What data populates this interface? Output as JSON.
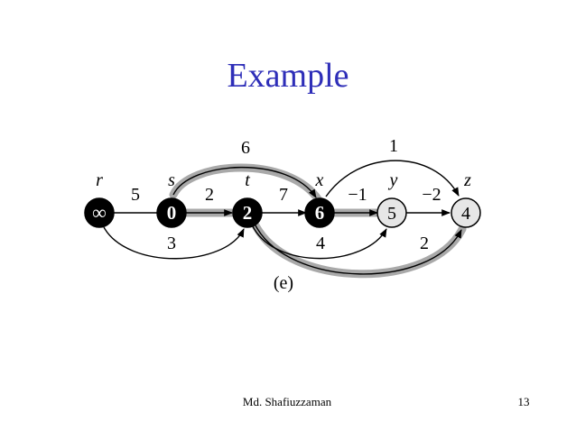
{
  "slide": {
    "title": "Example",
    "footer_author": "Md. Shafiuzzaman",
    "page_number": "13"
  },
  "diagram": {
    "caption": "(e)",
    "colors": {
      "filled_node": "#000000",
      "light_node": "#e6e6e6",
      "shaded_edge": "#a9a9a9",
      "edge": "#000000"
    },
    "vertices": [
      {
        "id": "r",
        "name": "r",
        "distance": "∞",
        "filled": true
      },
      {
        "id": "s",
        "name": "s",
        "distance": "0",
        "filled": true
      },
      {
        "id": "t",
        "name": "t",
        "distance": "2",
        "filled": true
      },
      {
        "id": "x",
        "name": "x",
        "distance": "6",
        "filled": true
      },
      {
        "id": "y",
        "name": "y",
        "distance": "5",
        "filled": false
      },
      {
        "id": "z",
        "name": "z",
        "distance": "4",
        "filled": false
      }
    ],
    "edges": [
      {
        "from": "r",
        "to": "s",
        "weight": "5",
        "shaded": false
      },
      {
        "from": "r",
        "to": "t",
        "weight": "3",
        "shaded": false
      },
      {
        "from": "s",
        "to": "t",
        "weight": "2",
        "shaded": true
      },
      {
        "from": "s",
        "to": "x",
        "weight": "6",
        "shaded": true
      },
      {
        "from": "t",
        "to": "x",
        "weight": "7",
        "shaded": false
      },
      {
        "from": "t",
        "to": "y",
        "weight": "4",
        "shaded": false
      },
      {
        "from": "t",
        "to": "z",
        "weight": "2",
        "shaded": true
      },
      {
        "from": "x",
        "to": "y",
        "weight": "−1",
        "shaded": true
      },
      {
        "from": "x",
        "to": "z",
        "weight": "1",
        "shaded": false
      },
      {
        "from": "y",
        "to": "z",
        "weight": "−2",
        "shaded": false
      }
    ]
  }
}
